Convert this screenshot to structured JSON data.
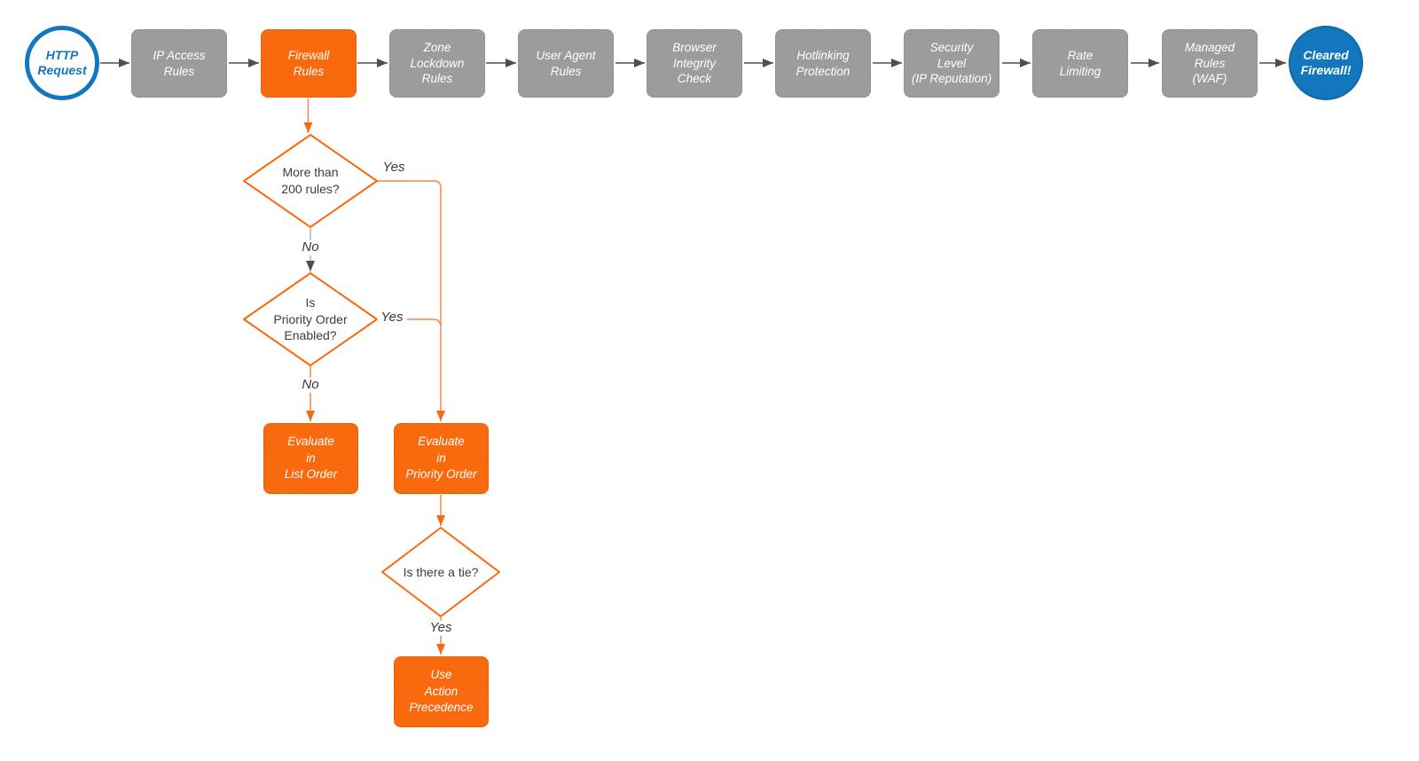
{
  "colors": {
    "accent_orange": "#F9690E",
    "stage_gray": "#9C9C9C",
    "brand_blue": "#1377BD",
    "connector_orange": "#F9854C",
    "arrow_gray": "#4F4F4F"
  },
  "pipeline": {
    "start": {
      "label": "HTTP\nRequest"
    },
    "stages": [
      {
        "label": "IP Access\nRules",
        "highlighted": false
      },
      {
        "label": "Firewall\nRules",
        "highlighted": true
      },
      {
        "label": "Zone\nLockdown\nRules",
        "highlighted": false
      },
      {
        "label": "User Agent\nRules",
        "highlighted": false
      },
      {
        "label": "Browser\nIntegrity\nCheck",
        "highlighted": false
      },
      {
        "label": "Hotlinking\nProtection",
        "highlighted": false
      },
      {
        "label": "Security\nLevel\n(IP Reputation)",
        "highlighted": false
      },
      {
        "label": "Rate\nLimiting",
        "highlighted": false
      },
      {
        "label": "Managed\nRules\n(WAF)",
        "highlighted": false
      }
    ],
    "end": {
      "label": "Cleared\nFirewall!"
    }
  },
  "decision_flow": {
    "decisions": [
      {
        "label": "More than\n200 rules?",
        "yes": "Yes",
        "no": "No"
      },
      {
        "label": "Is\nPriority Order\nEnabled?",
        "yes": "Yes",
        "no": "No"
      },
      {
        "label": "Is there a tie?",
        "yes": "Yes"
      }
    ],
    "processes": [
      {
        "label": "Evaluate\nin\nList Order"
      },
      {
        "label": "Evaluate\nin\nPriority Order"
      },
      {
        "label": "Use\nAction\nPrecedence"
      }
    ]
  }
}
